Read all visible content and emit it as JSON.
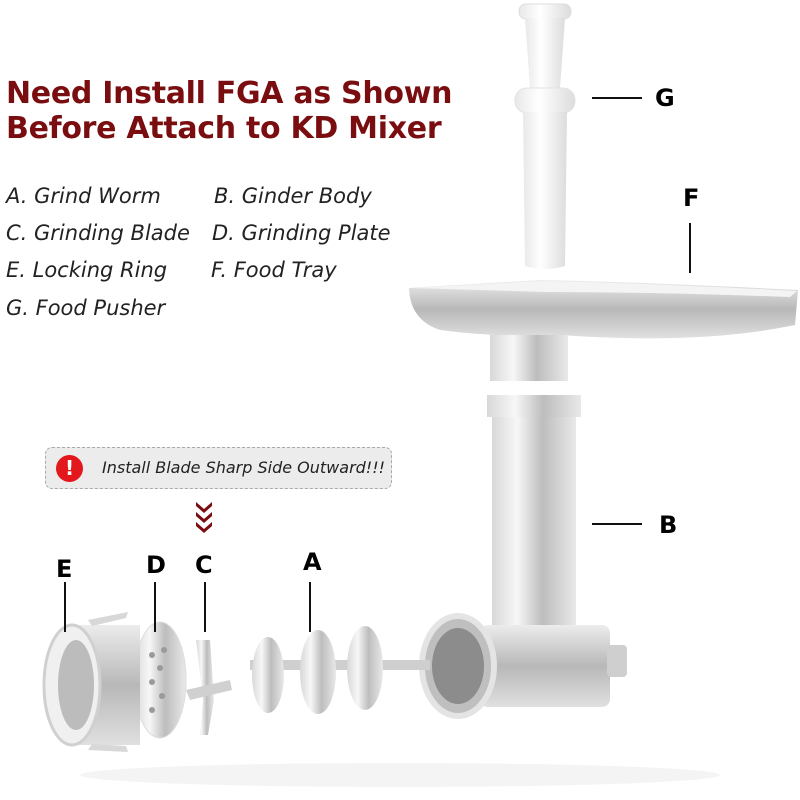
{
  "title": {
    "line1": "Need Install FGA as Shown",
    "line2": "Before Attach to KD Mixer",
    "color": "#7a0d0f"
  },
  "legend": {
    "items": [
      {
        "key": "A",
        "label": "A. Grind Worm"
      },
      {
        "key": "B",
        "label": "B. Ginder Body"
      },
      {
        "key": "C",
        "label": "C. Grinding Blade"
      },
      {
        "key": "D",
        "label": "D. Grinding Plate"
      },
      {
        "key": "E",
        "label": "E. Locking Ring"
      },
      {
        "key": "F",
        "label": "F. Food Tray"
      },
      {
        "key": "G",
        "label": "G. Food Pusher"
      }
    ]
  },
  "warning": {
    "icon": "exclamation-icon",
    "icon_glyph": "!",
    "text": "Install Blade Sharp Side Outward!!!",
    "icon_color": "#e3181d"
  },
  "callouts": {
    "A": "A",
    "B": "B",
    "C": "C",
    "D": "D",
    "E": "E",
    "F": "F",
    "G": "G"
  }
}
